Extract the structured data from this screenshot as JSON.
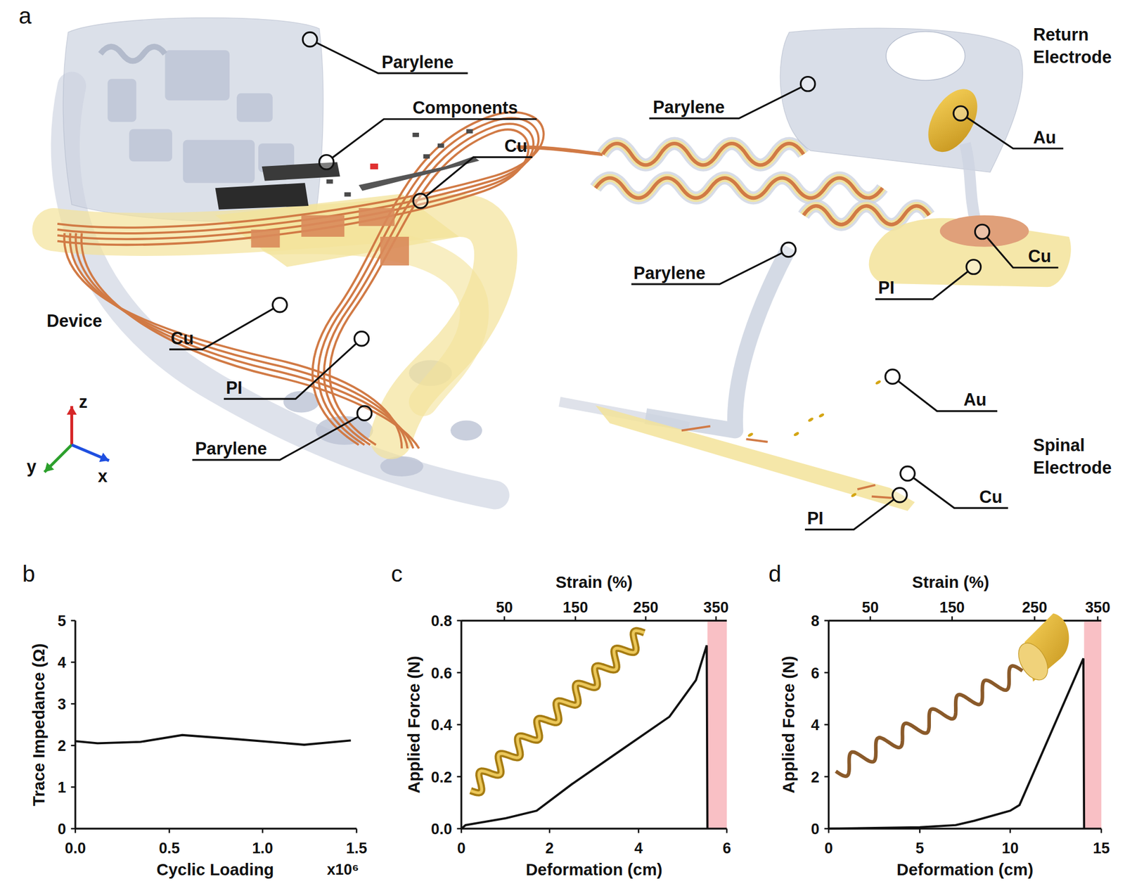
{
  "diagram": {
    "labels": [
      "a",
      "Parylene",
      "Components",
      "Cu",
      "Return Electrode",
      "Parylene",
      "Au",
      "Device",
      "Cu",
      "Parylene",
      "Cu",
      "PI",
      "PI",
      "Parylene",
      "Au",
      "Spinal Electrode",
      "Cu",
      "PI",
      "z",
      "y",
      "x",
      "b",
      "Trace Impedance (Ω)",
      "0",
      "1",
      "2",
      "3",
      "4",
      "5",
      "0.0",
      "0.5",
      "1.0",
      "1.5",
      "x10⁶",
      "Cyclic Loading",
      "c",
      "Strain (%)",
      "50",
      "150",
      "250",
      "350",
      "Applied Force (N)",
      "0.8",
      "0.6",
      "0.4",
      "0.2",
      "0.0",
      "0",
      "2",
      "4",
      "6",
      "Deformation (cm)",
      "d",
      "Strain (%)",
      "50",
      "150",
      "250",
      "350",
      "Applied Force (N)",
      "8",
      "6",
      "4",
      "2",
      "0",
      "0",
      "5",
      "10",
      "15",
      "Deformation (cm)"
    ]
  }
}
